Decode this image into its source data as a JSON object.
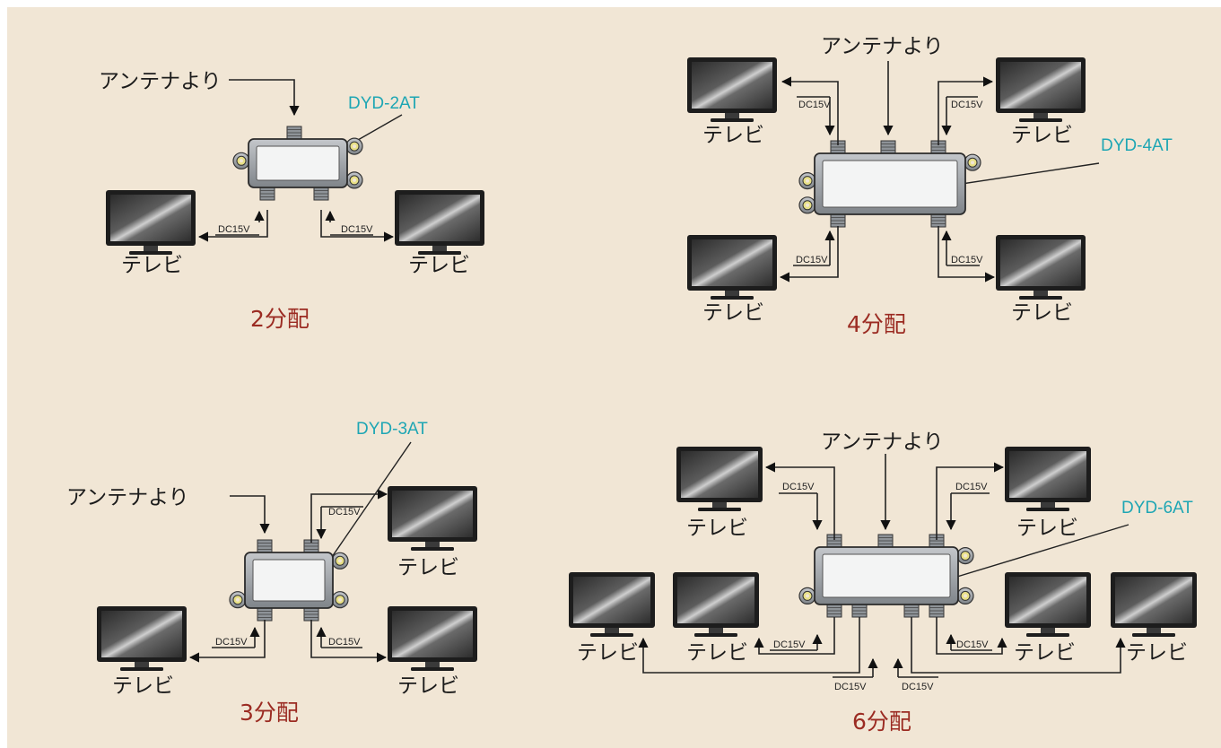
{
  "colors": {
    "panel": "#f1e6d5",
    "model_text": "#1ea6b4",
    "division_text": "#9b2b22",
    "device_body": "#9a9ea3",
    "device_face": "#f3f4f4"
  },
  "icons": [
    "tv-icon",
    "splitter-icon",
    "arrow-icon"
  ],
  "diagrams": {
    "two": {
      "antenna": "アンテナより",
      "model": "DYD-2AT",
      "division": "2分配",
      "tv_left": "テレビ",
      "tv_right": "テレビ",
      "dc_left": "DC15V",
      "dc_right": "DC15V"
    },
    "four": {
      "antenna": "アンテナより",
      "model": "DYD-4AT",
      "division": "4分配",
      "tv_top_left": "テレビ",
      "tv_top_right": "テレビ",
      "tv_bottom_left": "テレビ",
      "tv_bottom_right": "テレビ",
      "dc_top_left": "DC15V",
      "dc_top_right": "DC15V",
      "dc_bottom_left": "DC15V",
      "dc_bottom_right": "DC15V"
    },
    "three": {
      "antenna": "アンテナより",
      "model": "DYD-3AT",
      "division": "3分配",
      "tv_top_right": "テレビ",
      "tv_bottom_left": "テレビ",
      "tv_bottom_right": "テレビ",
      "dc_top_right": "DC15V",
      "dc_bottom_left": "DC15V",
      "dc_bottom_right": "DC15V"
    },
    "six": {
      "antenna": "アンテナより",
      "model": "DYD-6AT",
      "division": "6分配",
      "tv_top_left": "テレビ",
      "tv_top_right": "テレビ",
      "tv_bottom_1": "テレビ",
      "tv_bottom_2": "テレビ",
      "tv_bottom_3": "テレビ",
      "tv_bottom_4": "テレビ",
      "dc_top_left": "DC15V",
      "dc_top_right": "DC15V",
      "dc_b2": "DC15V",
      "dc_b3": "DC15V",
      "dc_low_left": "DC15V",
      "dc_low_right": "DC15V"
    }
  }
}
